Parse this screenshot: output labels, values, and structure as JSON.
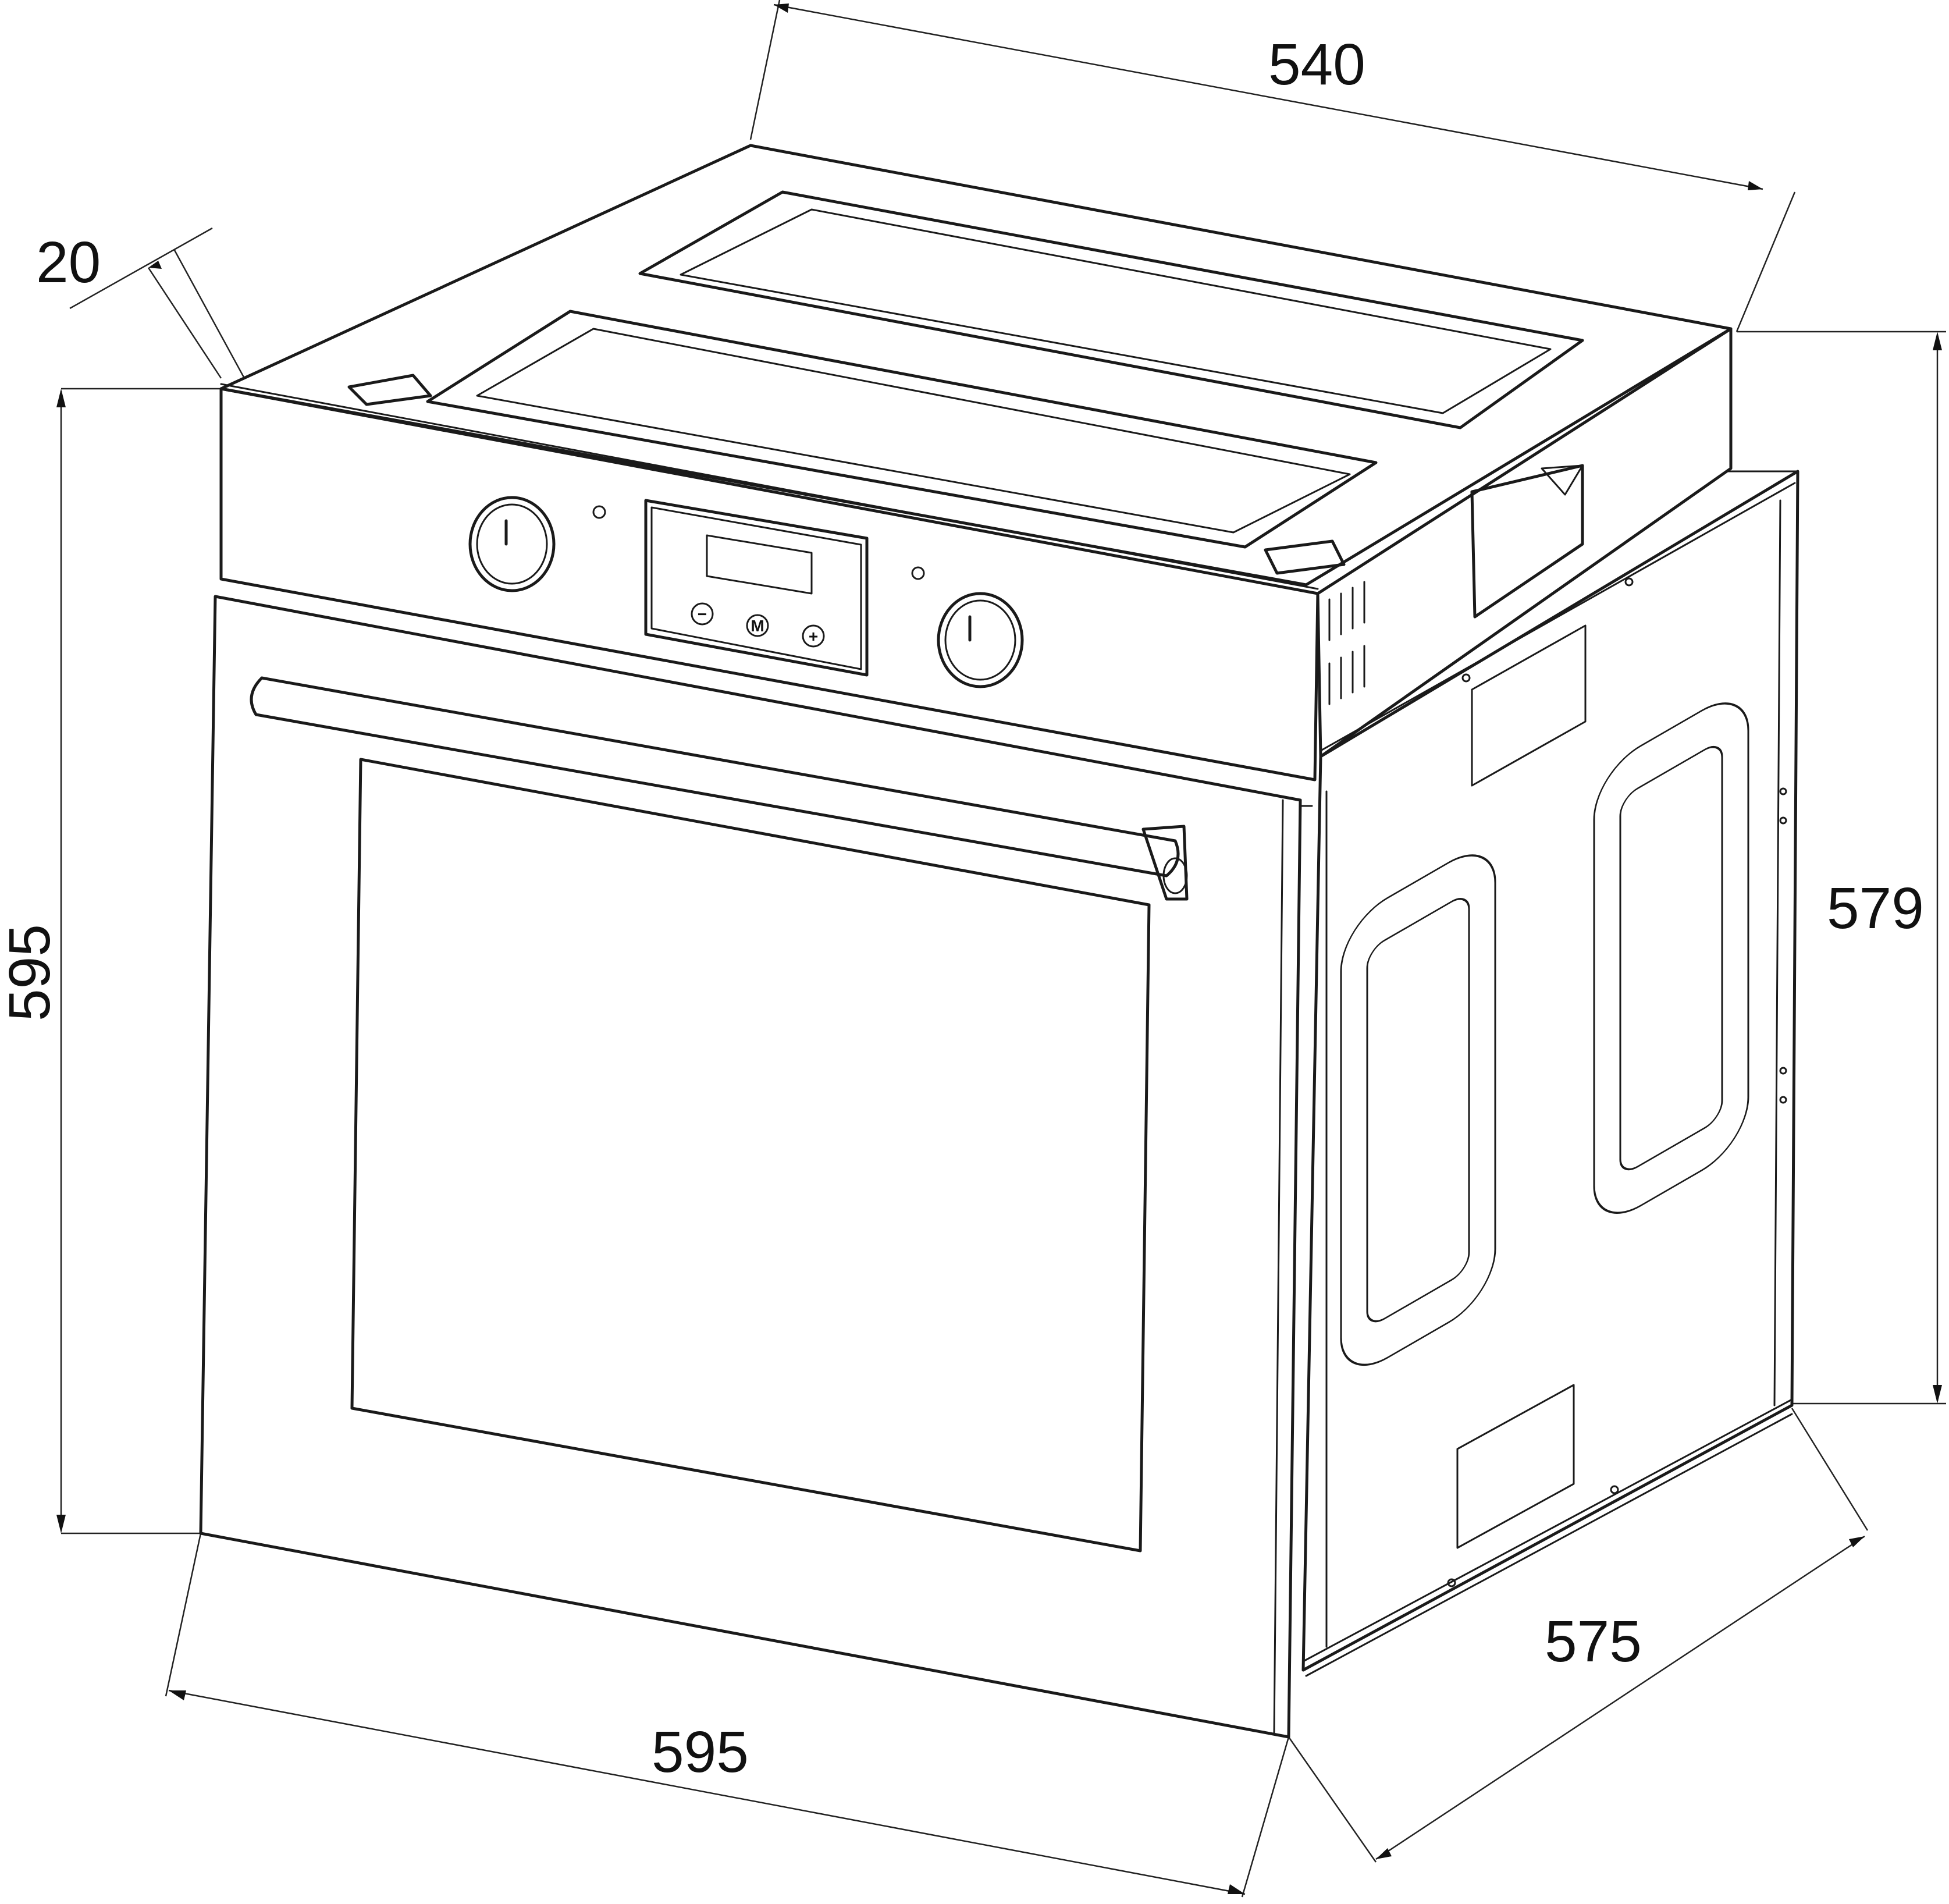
{
  "dimensions": {
    "top_depth": "540",
    "front_frame": "20",
    "front_height": "595",
    "body_height": "579",
    "body_depth": "575",
    "front_width": "595"
  },
  "control_panel": {
    "button_minus": "−",
    "button_mode": "M",
    "button_plus": "+"
  }
}
